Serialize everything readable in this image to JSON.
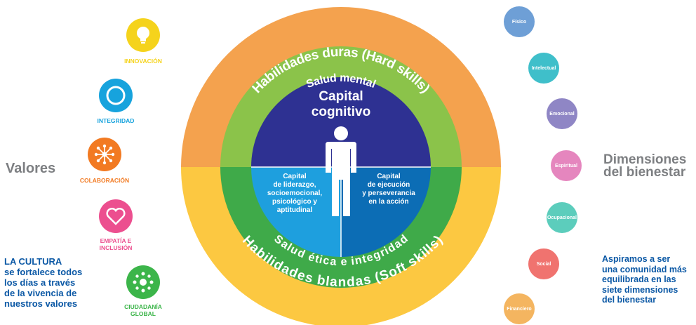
{
  "values_section": {
    "title": "Valores",
    "culture_text": "LA CULTURA\nse fortalece todos\nlos días a través\nde la vivencia de\nnuestros valores",
    "items": [
      {
        "label": "INNOVACIÓN",
        "color": "#f5d31c",
        "icon": "lightbulb-icon"
      },
      {
        "label": "INTEGRIDAD",
        "color": "#17a3dd",
        "icon": "circle-icon"
      },
      {
        "label": "COLABORACIÓN",
        "color": "#f27a22",
        "icon": "network-icon"
      },
      {
        "label": "EMPATÍA E\nINCLUSIÓN",
        "color": "#ec4f8f",
        "icon": "heart-icon"
      },
      {
        "label": "CIUDADANÍA\nGLOBAL",
        "color": "#3cb54a",
        "icon": "globe-dots-icon"
      }
    ]
  },
  "diagram": {
    "outer_top_label": "Habilidades duras (Hard skills)",
    "outer_bottom_label": "Habilidades blandas (Soft skills)",
    "middle_top_label": "Salud mental",
    "middle_bottom_label": "Salud ética e integridad",
    "core_title_line1": "Capital",
    "core_title_line2": "cognitivo",
    "left_quadrant": [
      "Capital",
      "de liderazgo,",
      "socioemocional,",
      "psicológico y",
      "aptitudinal"
    ],
    "right_quadrant": [
      "Capital",
      "de ejecución",
      "y perseverancia",
      "en la acción"
    ],
    "colors": {
      "outer_top": "#f4a24e",
      "outer_bottom": "#fcc841",
      "middle_top": "#8bc34a",
      "middle_bottom": "#3faa49",
      "core_top": "#2e3192",
      "core_left": "#1e9fde",
      "core_right": "#0c6db5"
    }
  },
  "dimensions_section": {
    "title": "Dimensiones\ndel bienestar",
    "aspire_text": "Aspiramos a ser\nuna comunidad más\nequilibrada en las\nsiete dimensiones\ndel bienestar",
    "items": [
      {
        "label": "Físico",
        "color": "#6e9fd6"
      },
      {
        "label": "Intelectual",
        "color": "#3fbfca"
      },
      {
        "label": "Emocional",
        "color": "#8f86c5"
      },
      {
        "label": "Espiritual",
        "color": "#e586be"
      },
      {
        "label": "Ocupacional",
        "color": "#5ccdbc"
      },
      {
        "label": "Social",
        "color": "#f0736f"
      },
      {
        "label": "Financiero",
        "color": "#f4b560"
      }
    ]
  }
}
